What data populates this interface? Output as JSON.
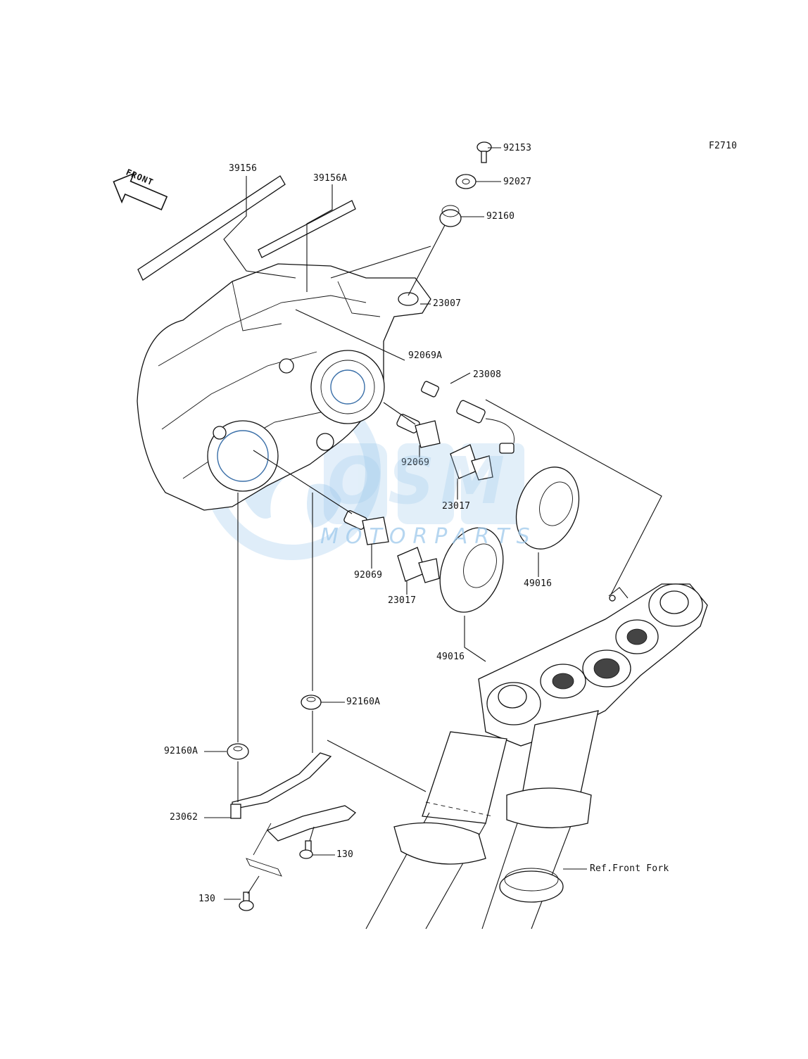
{
  "diagram": {
    "figure_code": "F2710",
    "front_arrow_text": "FRONT",
    "watermark": {
      "logo_text": "OSM",
      "sub_text": "MOTORPARTS"
    },
    "ref_note": "Ref.Front Fork",
    "parts": {
      "p92153": "92153",
      "p92027": "92027",
      "p92160": "92160",
      "p39156": "39156",
      "p39156A": "39156A",
      "p23007": "23007",
      "p92069A": "92069A",
      "p23008": "23008",
      "p92069_upper": "92069",
      "p23017_upper": "23017",
      "p92069_lower": "92069",
      "p23017_lower": "23017",
      "p49016_right": "49016",
      "p49016_left": "49016",
      "p92160A_upper": "92160A",
      "p92160A_left": "92160A",
      "p23062": "23062",
      "p130_right": "130",
      "p130_left": "130"
    }
  }
}
